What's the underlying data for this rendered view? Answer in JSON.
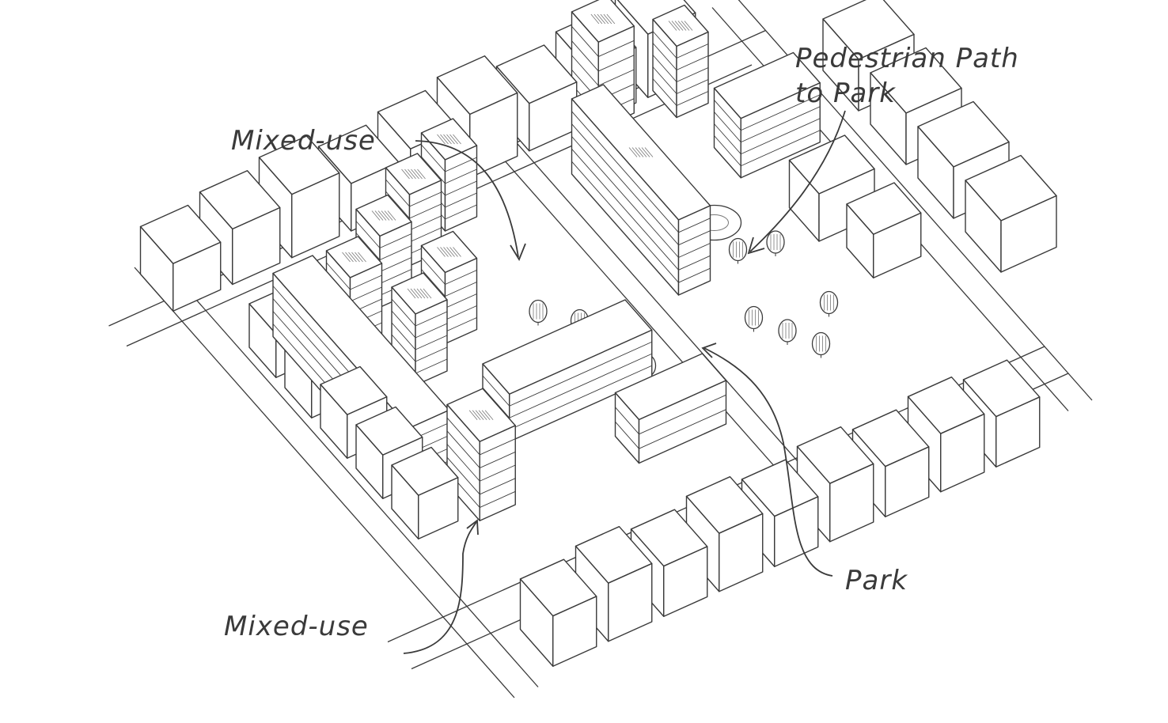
{
  "labels": {
    "pedestrian_path_line1": "Pedestrian Path",
    "pedestrian_path_line2": "to Park",
    "mixed_use_top": "Mixed-use",
    "mixed_use_bottom": "Mixed-use",
    "park": "Park"
  },
  "colors": {
    "ink": "#3a3a3a",
    "paper": "#ffffff",
    "hatch": "#777777"
  }
}
